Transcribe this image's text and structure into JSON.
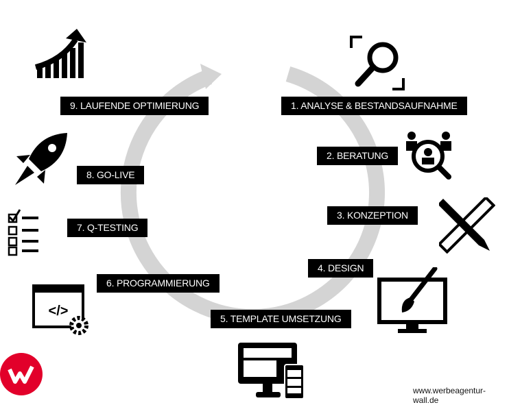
{
  "steps": [
    {
      "label": "1. ANALYSE & BESTANDSAUFNAHME",
      "icon": "magnifier-icon"
    },
    {
      "label": "2. BERATUNG",
      "icon": "consulting-people-icon"
    },
    {
      "label": "3. KONZEPTION",
      "icon": "pencil-ruler-icon"
    },
    {
      "label": "4. DESIGN",
      "icon": "monitor-brush-icon"
    },
    {
      "label": "5. TEMPLATE UMSETZUNG",
      "icon": "responsive-devices-icon"
    },
    {
      "label": "6. PROGRAMMIERUNG",
      "icon": "code-window-gear-icon"
    },
    {
      "label": "7. Q-TESTING",
      "icon": "checklist-icon"
    },
    {
      "label": "8. GO-LIVE",
      "icon": "rocket-icon"
    },
    {
      "label": "9. LAUFENDE OPTIMIERUNG",
      "icon": "growth-chart-icon"
    }
  ],
  "footer": {
    "url": "www.werbeagentur-wall.de",
    "logo_text": "W"
  },
  "colors": {
    "ring": "#d4d4d4",
    "label_bg": "#000000",
    "logo": "#e2002a"
  }
}
